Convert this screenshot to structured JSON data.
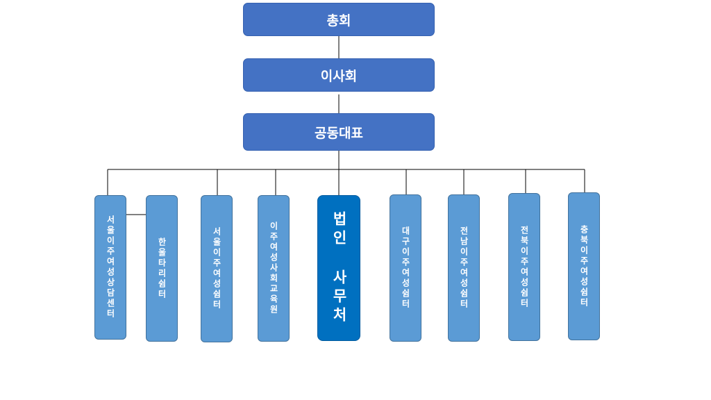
{
  "colors": {
    "top_box": "#4472C4",
    "unit_box": "#5B9BD5",
    "main_office_box": "#0070C0",
    "connector": "#000000"
  },
  "hierarchy": {
    "general_assembly": "총회",
    "board": "이사회",
    "representatives": "공동대표"
  },
  "units": [
    {
      "id": "seoul-counseling-center",
      "label": "서울이주여성상담센터"
    },
    {
      "id": "hanul-shelter",
      "label": "한울타리쉼터"
    },
    {
      "id": "seoul-shelter",
      "label": "서울이주여성쉼터"
    },
    {
      "id": "education-center",
      "label": "이주여성사회교육원"
    },
    {
      "id": "corporate-office",
      "label": "법인 사무처"
    },
    {
      "id": "daegu-shelter",
      "label": "대구이주여성쉼터"
    },
    {
      "id": "jeonnam-shelter",
      "label": "전남이주여성쉼터"
    },
    {
      "id": "jeonbuk-shelter",
      "label": "전북이주여성쉼터"
    },
    {
      "id": "chungbuk-shelter",
      "label": "충북이주여성쉼터"
    }
  ]
}
